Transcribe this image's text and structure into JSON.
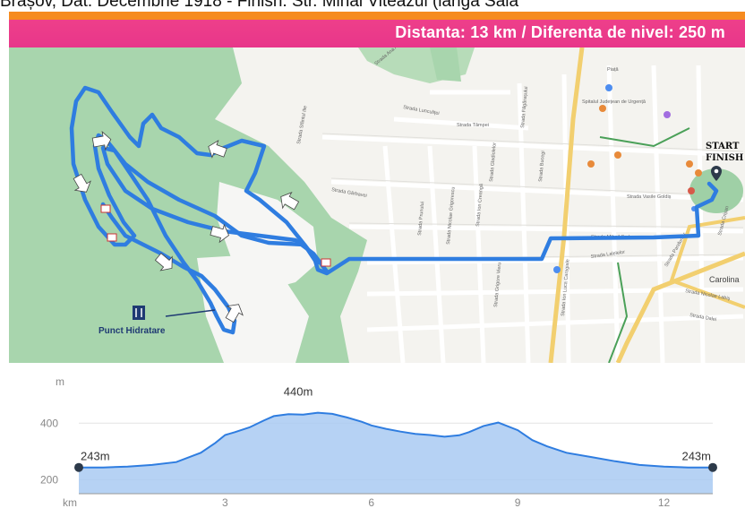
{
  "header": {
    "top_caption": "Brașov, Dat: Decembrie 1918 - Finish: Str. Mihai Viteazul (langa Sala",
    "distance_text": "Distanta: 13 km / Diferenta de nivel: 250 m"
  },
  "map": {
    "start_label": "START",
    "finish_label": "FINISH",
    "hydration_label": "Punct Hidratare",
    "district_label": "Carolina",
    "streets": [
      "Strada Ana Aslan",
      "Strada Tâmpei",
      "Strada Lunculiței",
      "Strada Sfântul Ilie",
      "Strada Gârbavei",
      "Strada Prunului",
      "Strada Nicolae Grigorescu",
      "Strada Grigore Vieru",
      "Strada Mihail Sadoveanu",
      "Strada Vasile Goldiș",
      "Strada Lalelelor",
      "Strada Ion Luca Caragiale",
      "Strada Nicolae Labiș",
      "Strada Dalei",
      "Strada Crișan",
      "Strada Pandurilor",
      "Strada Făgărașului",
      "Strada Bucegi",
      "Strada Gladiolelor",
      "Strada Ion Creangă"
    ],
    "hospital_label": "Spitalul Județean de Urgență",
    "place_label": "Piață",
    "colors": {
      "route": "#2f7de0",
      "forest": "#a8d5ad",
      "road_major": "#f2cf6f",
      "road_green": "#4aa058"
    },
    "icons": [
      "start-pin-icon",
      "hydration-icon",
      "direction-arrow-icon",
      "poi-icon"
    ]
  },
  "chart_data": {
    "type": "area",
    "title": "",
    "xlabel": "km",
    "ylabel": "m",
    "xlim": [
      0,
      13
    ],
    "ylim": [
      150,
      550
    ],
    "x_ticks": [
      3,
      6,
      9,
      12
    ],
    "y_ticks": [
      200,
      400
    ],
    "grid": true,
    "annotations": [
      {
        "text": "243m",
        "x": 0,
        "y": 243
      },
      {
        "text": "440m",
        "x": 4.5,
        "y": 440
      },
      {
        "text": "243m",
        "x": 13,
        "y": 243
      }
    ],
    "series": [
      {
        "x": [
          0,
          0.5,
          1,
          1.5,
          2,
          2.5,
          2.8,
          3,
          3.2,
          3.5,
          3.8,
          4,
          4.3,
          4.6,
          4.9,
          5.2,
          5.5,
          5.8,
          6,
          6.3,
          6.6,
          6.9,
          7.2,
          7.5,
          7.8,
          8,
          8.3,
          8.6,
          9,
          9.3,
          9.6,
          10,
          10.5,
          11,
          11.5,
          12,
          12.5,
          13
        ],
        "y": [
          243,
          243,
          246,
          252,
          262,
          295,
          330,
          358,
          368,
          385,
          410,
          425,
          432,
          430,
          437,
          433,
          420,
          405,
          392,
          380,
          370,
          362,
          358,
          352,
          357,
          368,
          390,
          402,
          375,
          340,
          318,
          295,
          280,
          265,
          252,
          246,
          243,
          243
        ]
      }
    ]
  }
}
